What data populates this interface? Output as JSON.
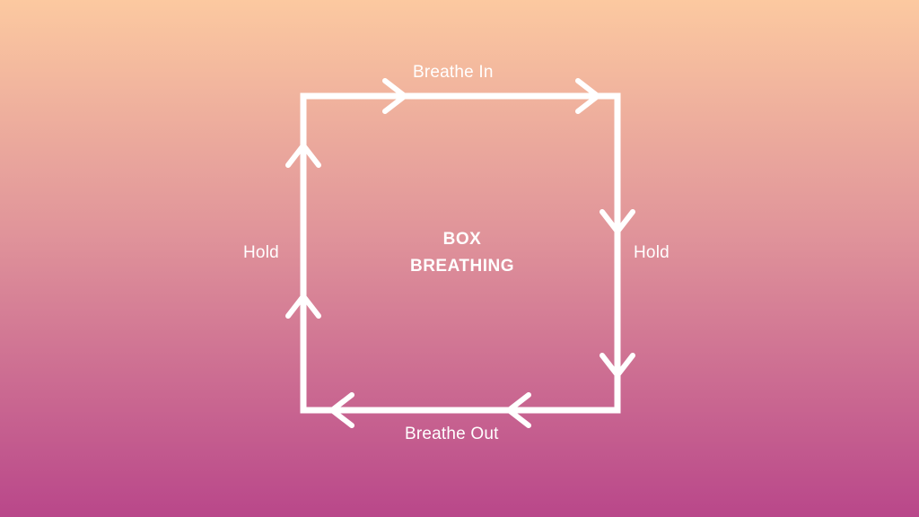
{
  "diagram": {
    "title_line1": "BOX",
    "title_line2": "BREATHING",
    "labels": {
      "top": "Breathe In",
      "right": "Hold",
      "bottom": "Breathe Out",
      "left": "Hold"
    }
  },
  "colors": {
    "gradient_top": "#FCC9A0",
    "gradient_mid": "#E0949A",
    "gradient_bottom": "#B9478A",
    "stroke": "#FFFFFF",
    "text": "#FFFFFF"
  }
}
